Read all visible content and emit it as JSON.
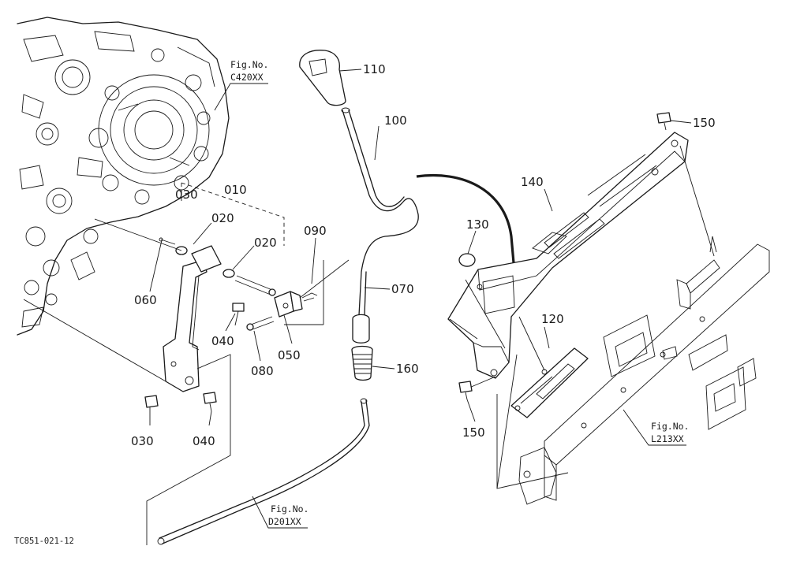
{
  "diagram": {
    "drawing_code": "TC851-021-12",
    "fig_refs": {
      "c420": {
        "line1": "Fig.No.",
        "line2": "C420XX"
      },
      "d201": {
        "line1": "Fig.No.",
        "line2": "D201XX"
      },
      "l213": {
        "line1": "Fig.No.",
        "line2": "L213XX"
      }
    },
    "parts": {
      "p110": "110",
      "p100": "100",
      "p150_top": "150",
      "p140": "140",
      "p030_top": "030",
      "p010": "010",
      "p020_a": "020",
      "p020_b": "020",
      "p090": "090",
      "p130": "130",
      "p060": "060",
      "p070": "070",
      "p040_a": "040",
      "p050": "050",
      "p080": "080",
      "p120": "120",
      "p160": "160",
      "p030_bottom": "030",
      "p040_b": "040",
      "p150_bottom": "150"
    }
  }
}
